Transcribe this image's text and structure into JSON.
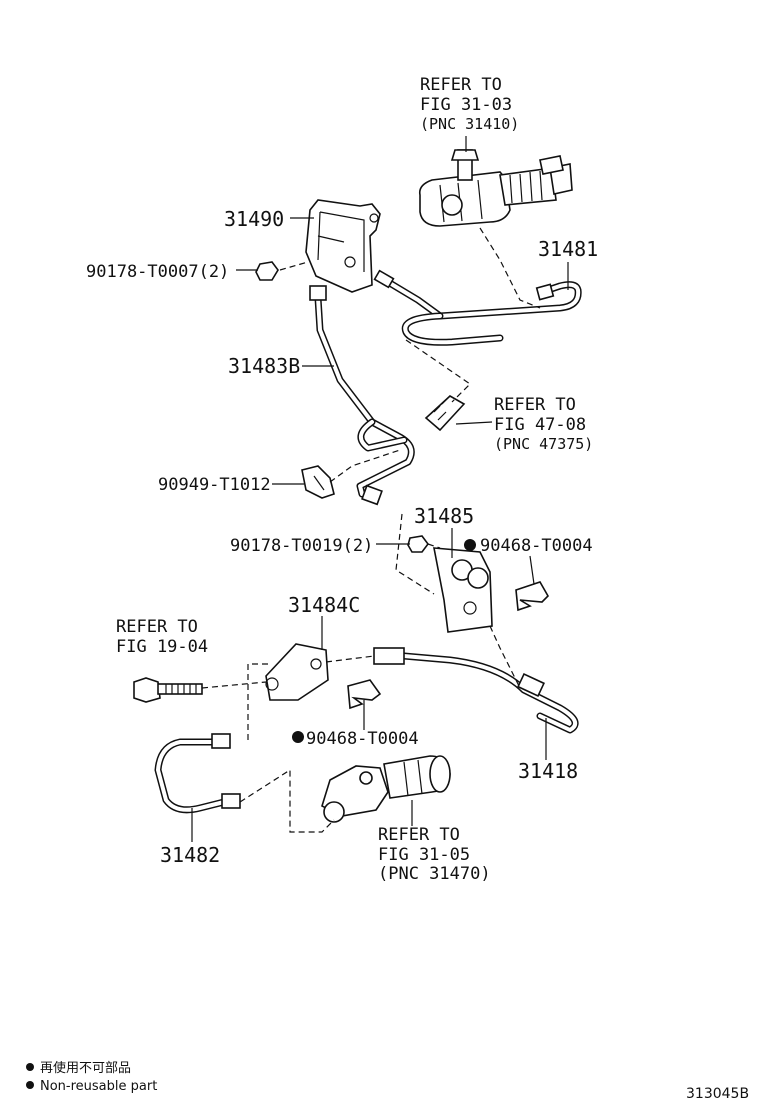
{
  "labels": {
    "ref_master_1": "REFER TO",
    "ref_master_2": "FIG 31-03",
    "ref_master_3": "(PNC 31410)",
    "p31490": "31490",
    "p90178_t0007": "90178-T0007(2)",
    "p31481": "31481",
    "p31483b": "31483B",
    "ref_clamp_1": "REFER TO",
    "ref_clamp_2": "FIG 47-08",
    "ref_clamp_3": "(PNC 47375)",
    "p90949_t1012": "90949-T1012",
    "p31485": "31485",
    "p90178_t0019": "90178-T0019(2)",
    "p90468_t0004_a": "90468-T0004",
    "ref_bolt_1": "REFER TO",
    "ref_bolt_2": "FIG 19-04",
    "p31484c": "31484C",
    "p90468_t0004_b": "90468-T0004",
    "p31418": "31418",
    "ref_release_1": "REFER TO",
    "ref_release_2": "FIG 31-05",
    "ref_release_3": "(PNC 31470)",
    "p31482": "31482"
  },
  "legend": {
    "jp": "再使用不可部品",
    "en": "Non-reusable part"
  },
  "diagram_code": "313045B"
}
